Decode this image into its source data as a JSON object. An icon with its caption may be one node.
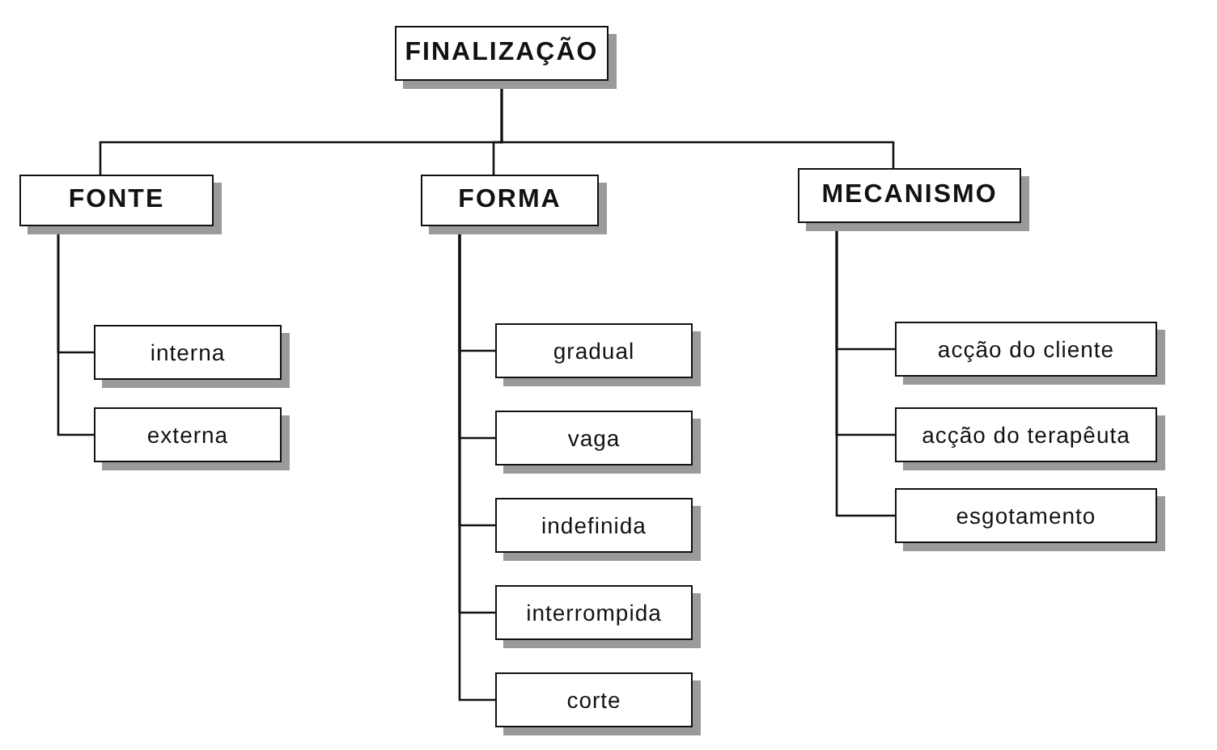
{
  "diagram": {
    "nodes": [
      {
        "text": [
          "FINALIZAÇÃO"
        ]
      },
      {
        "text": [
          "FONTE"
        ]
      },
      {
        "text": [
          "FORMA"
        ]
      },
      {
        "text": [
          "MECANISMO"
        ]
      },
      {
        "text": [
          "interna"
        ]
      },
      {
        "text": [
          "externa"
        ]
      },
      {
        "text": [
          "gradual"
        ]
      },
      {
        "text": [
          "vaga"
        ]
      },
      {
        "text": [
          "indefinida"
        ]
      },
      {
        "text": [
          "interrompida"
        ]
      },
      {
        "text": [
          "corte"
        ]
      },
      {
        "text": [
          "acção do cliente"
        ]
      },
      {
        "text": [
          "acção do terapêuta"
        ]
      },
      {
        "text": [
          "esgotamento"
        ]
      }
    ],
    "edges": [
      {
        "from": 0,
        "to": 1,
        "arrow": "none"
      },
      {
        "from": 0,
        "to": 2,
        "arrow": "none"
      },
      {
        "from": 0,
        "to": 3,
        "arrow": "none"
      },
      {
        "from": 1,
        "to": 4,
        "arrow": "none"
      },
      {
        "from": 1,
        "to": 5,
        "arrow": "none"
      },
      {
        "from": 2,
        "to": 6,
        "arrow": "none"
      },
      {
        "from": 2,
        "to": 7,
        "arrow": "none"
      },
      {
        "from": 2,
        "to": 8,
        "arrow": "none"
      },
      {
        "from": 2,
        "to": 9,
        "arrow": "none"
      },
      {
        "from": 2,
        "to": 10,
        "arrow": "none"
      },
      {
        "from": 3,
        "to": 11,
        "arrow": "none"
      },
      {
        "from": 3,
        "to": 12,
        "arrow": "none"
      },
      {
        "from": 3,
        "to": 13,
        "arrow": "none"
      }
    ]
  }
}
